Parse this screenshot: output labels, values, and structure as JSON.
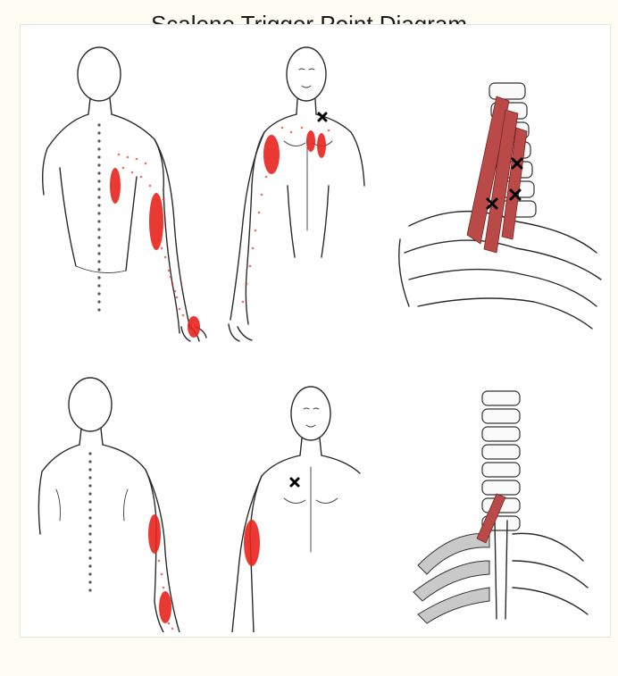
{
  "title": "Scalene Trigger Point Diagram",
  "colors": {
    "page_background": "#fefcf3",
    "referred_pain": "#e8231d",
    "muscle": "#b94a48",
    "trigger_mark": "#000000"
  },
  "panels": [
    {
      "id": "top-back-view",
      "icon": "body-back-drawing"
    },
    {
      "id": "top-front-view",
      "icon": "body-front-drawing"
    },
    {
      "id": "top-neck-anatomy",
      "icon": "cervical-spine-scalene-drawing"
    },
    {
      "id": "bottom-back-view",
      "icon": "body-back-drawing"
    },
    {
      "id": "bottom-front-view",
      "icon": "body-front-drawing"
    },
    {
      "id": "bottom-neck-anatomy",
      "icon": "cervical-spine-ribcage-drawing"
    }
  ]
}
